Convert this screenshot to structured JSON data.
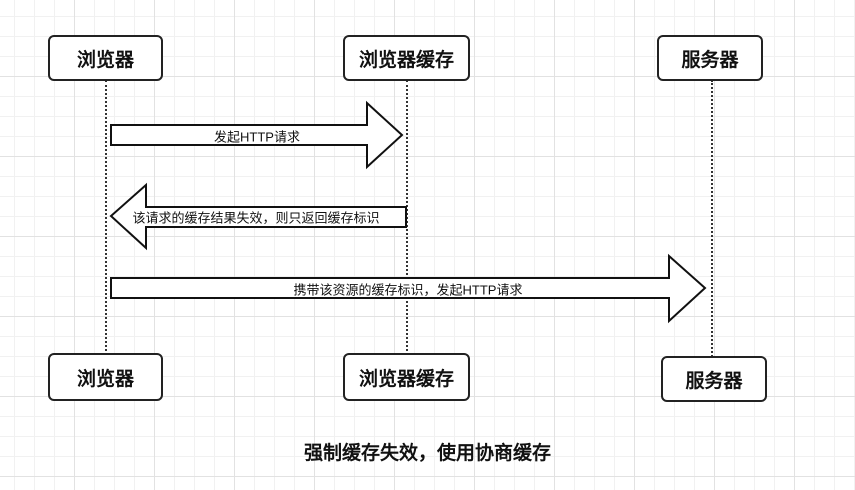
{
  "participants": {
    "browser": "浏览器",
    "browser_cache": "浏览器缓存",
    "server": "服务器"
  },
  "messages": [
    {
      "text": "发起HTTP请求",
      "from": "browser",
      "to": "browser_cache"
    },
    {
      "text": "该请求的缓存结果失效，则只返回缓存标识",
      "from": "browser_cache",
      "to": "browser"
    },
    {
      "text": "携带该资源的缓存标识，发起HTTP请求",
      "from": "browser",
      "to": "server"
    }
  ],
  "caption": "强制缓存失效，使用协商缓存"
}
